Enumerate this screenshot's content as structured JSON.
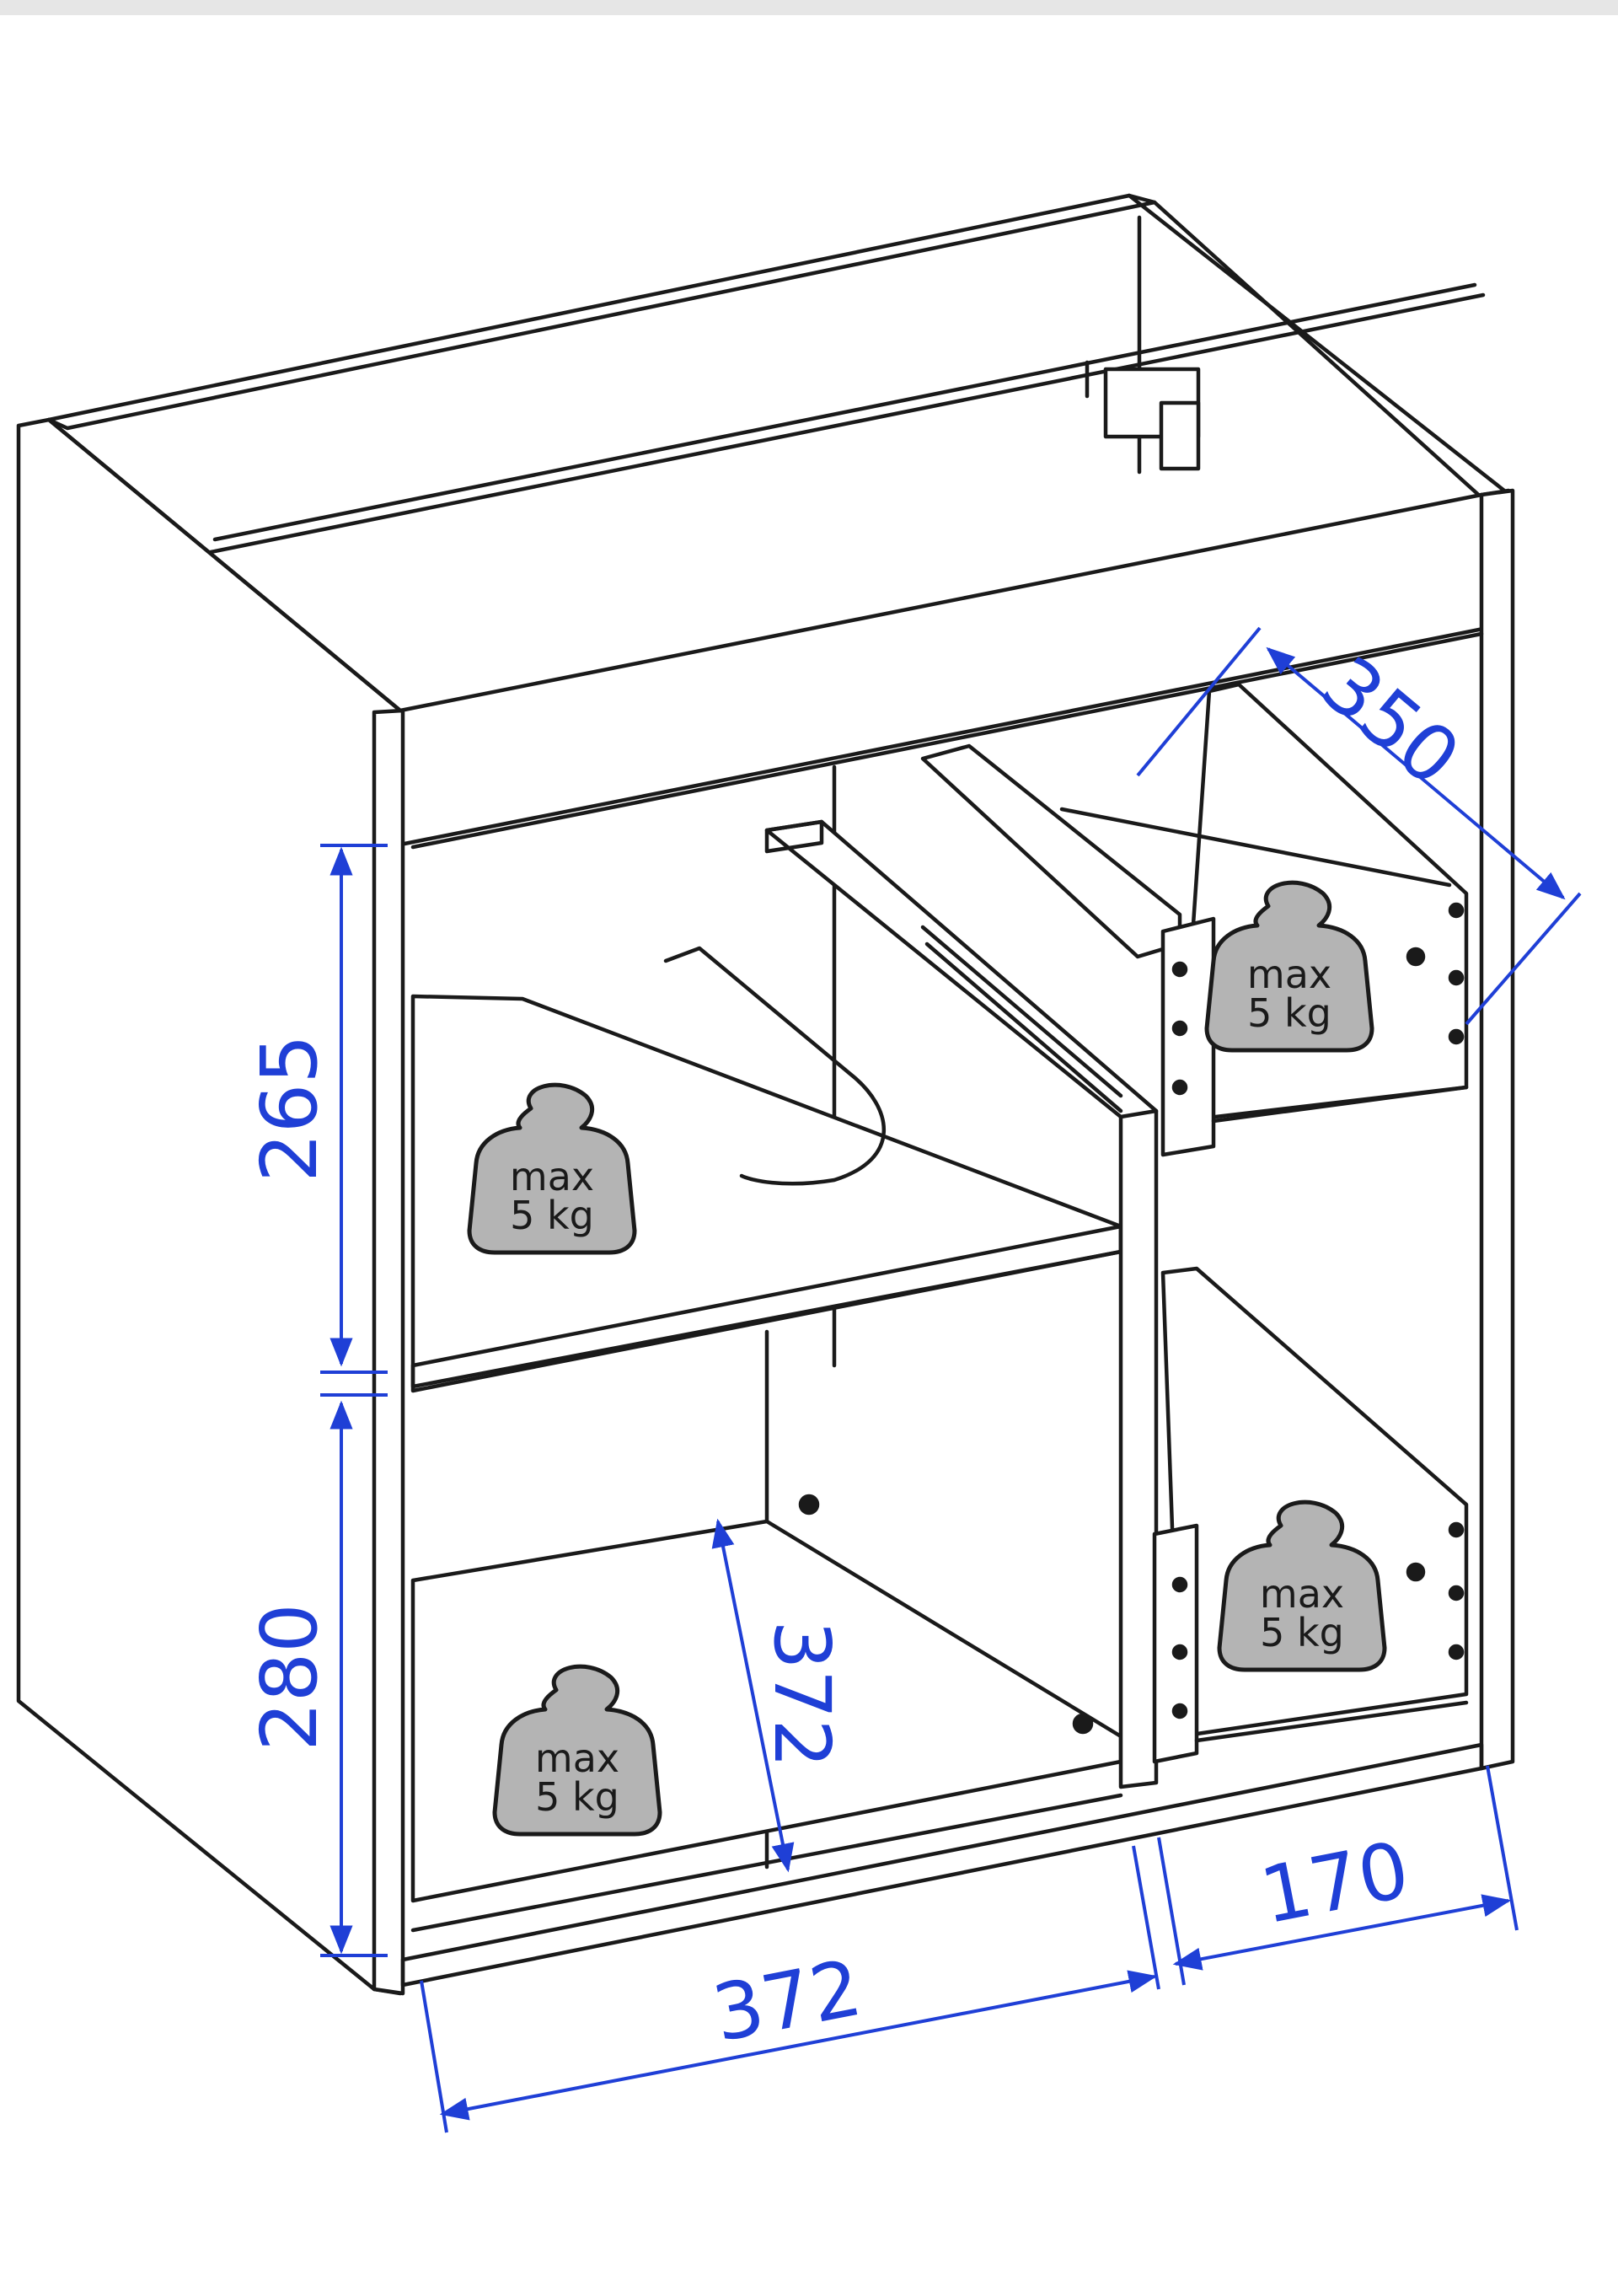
{
  "dimensions": {
    "top_depth": "350",
    "upper_height": "265",
    "lower_height": "280",
    "inner_depth": "372",
    "bottom_width": "372",
    "drawer_width": "170"
  },
  "load_labels": {
    "line1": "max",
    "line2": "5 kg"
  },
  "colors": {
    "dimension_line": "#1f3fd6",
    "weight_fill": "#b4b4b4",
    "outline": "#1a1a1a"
  },
  "icons": [
    "weight-icon"
  ]
}
